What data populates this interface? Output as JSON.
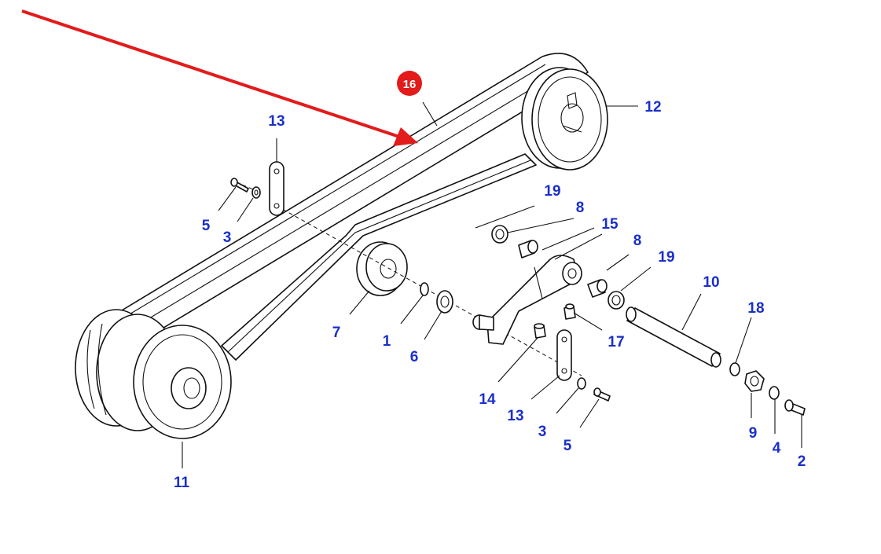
{
  "diagram": {
    "highlight_color": "#e21b1b",
    "label_color": "#1a2fc9",
    "highlight_badge": "16",
    "callouts": {
      "c1": "1",
      "c2": "2",
      "c3a": "3",
      "c3b": "3",
      "c4": "4",
      "c5a": "5",
      "c5b": "5",
      "c6": "6",
      "c7": "7",
      "c8a": "8",
      "c8b": "8",
      "c9": "9",
      "c10": "10",
      "c11": "11",
      "c12": "12",
      "c13a": "13",
      "c13b": "13",
      "c14": "14",
      "c15": "15",
      "c17": "17",
      "c18": "18",
      "c19a": "19",
      "c19b": "19"
    }
  }
}
